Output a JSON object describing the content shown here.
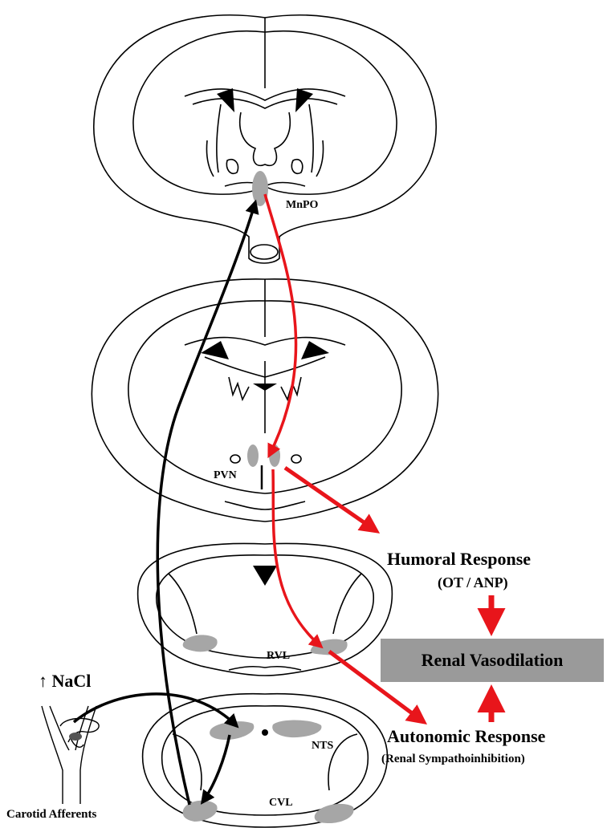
{
  "labels": {
    "mnpo": "MnPO",
    "pvn": "PVN",
    "rvl": "RVL",
    "nts": "NTS",
    "cvl": "CVL",
    "nacl": "↑ NaCl",
    "carotid": "Carotid Afferents",
    "humoral_title": "Humoral Response",
    "humoral_sub": "(OT / ANP)",
    "renal": "Renal Vasodilation",
    "autonomic_title": "Autonomic Response",
    "autonomic_sub": "(Renal Sympathoinhibition)"
  },
  "colors": {
    "pathway_red": "#e8151b",
    "pathway_black": "#000000",
    "nucleus_gray": "#a6a6a6",
    "box_gray": "#9a9a9a"
  }
}
